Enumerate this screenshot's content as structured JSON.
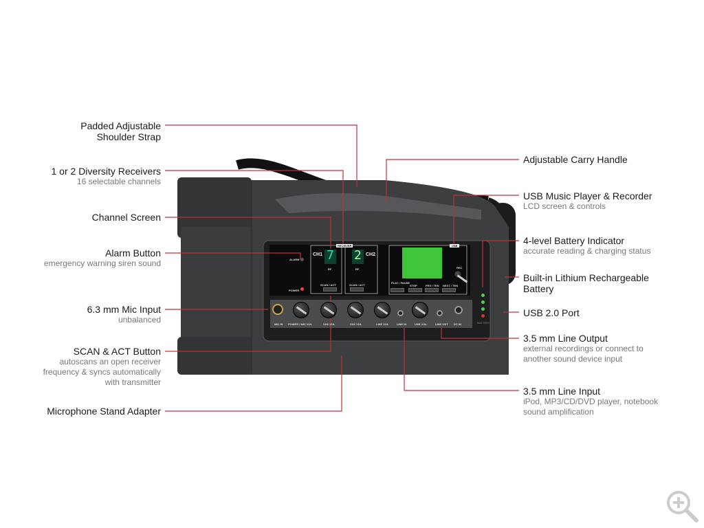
{
  "left_callouts": [
    {
      "title": "Padded Adjustable\nShoulder Strap",
      "sub": ""
    },
    {
      "title": "1 or 2 Diversity Receivers",
      "sub": "16 selectable channels"
    },
    {
      "title": "Channel Screen",
      "sub": ""
    },
    {
      "title": "Alarm Button",
      "sub": "emergency warning siren sound"
    },
    {
      "title": "6.3 mm Mic Input",
      "sub": "unbalanced"
    },
    {
      "title": "SCAN & ACT Button",
      "sub": "autoscans an open receiver\nfrequency & syncs automatically\nwith transmitter"
    },
    {
      "title": "Microphone Stand Adapter",
      "sub": ""
    }
  ],
  "right_callouts": [
    {
      "title": "Adjustable Carry Handle",
      "sub": ""
    },
    {
      "title": "USB Music Player & Recorder",
      "sub": "LCD screen & controls"
    },
    {
      "title": "4-level Battery Indicator",
      "sub": "accurate reading & charging status"
    },
    {
      "title": "Built-in Lithium Rechargeable\nBattery",
      "sub": ""
    },
    {
      "title": "USB 2.0 Port",
      "sub": ""
    },
    {
      "title": "3.5 mm Line Output",
      "sub": "external recordings or connect to\nanother sound device input"
    },
    {
      "title": "3.5 mm Line Input",
      "sub": "iPod, MP3/CD/DVD player, notebook\nsound amplification"
    }
  ],
  "panel": {
    "receiver": "RECEIVER",
    "usb": "USB",
    "alarm": "ALARM",
    "power": "POWER",
    "ch1": "CH1",
    "ch2": "CH2",
    "ch1_digit": "7",
    "ch2_digit": "2",
    "rf": "RF",
    "scan_act": "SCAN / ACT",
    "rec": "REC",
    "play": "PLAY / PAUSE",
    "stop": "STOP",
    "prev": "PRV / TEN",
    "next": "NEXT / TEN",
    "jacks": [
      "MIC IN",
      "POWER / MIC VOL",
      "CH1 VOL",
      "CH2 VOL",
      "LINE VOL",
      "LINE IN",
      "USB VOL",
      "LINE OUT",
      "DC IN"
    ],
    "battery": "BATTERY"
  },
  "colors": {
    "leader": "#c0313a",
    "body": "#3a3b3d"
  },
  "zoom_icon": "zoom-in-icon"
}
